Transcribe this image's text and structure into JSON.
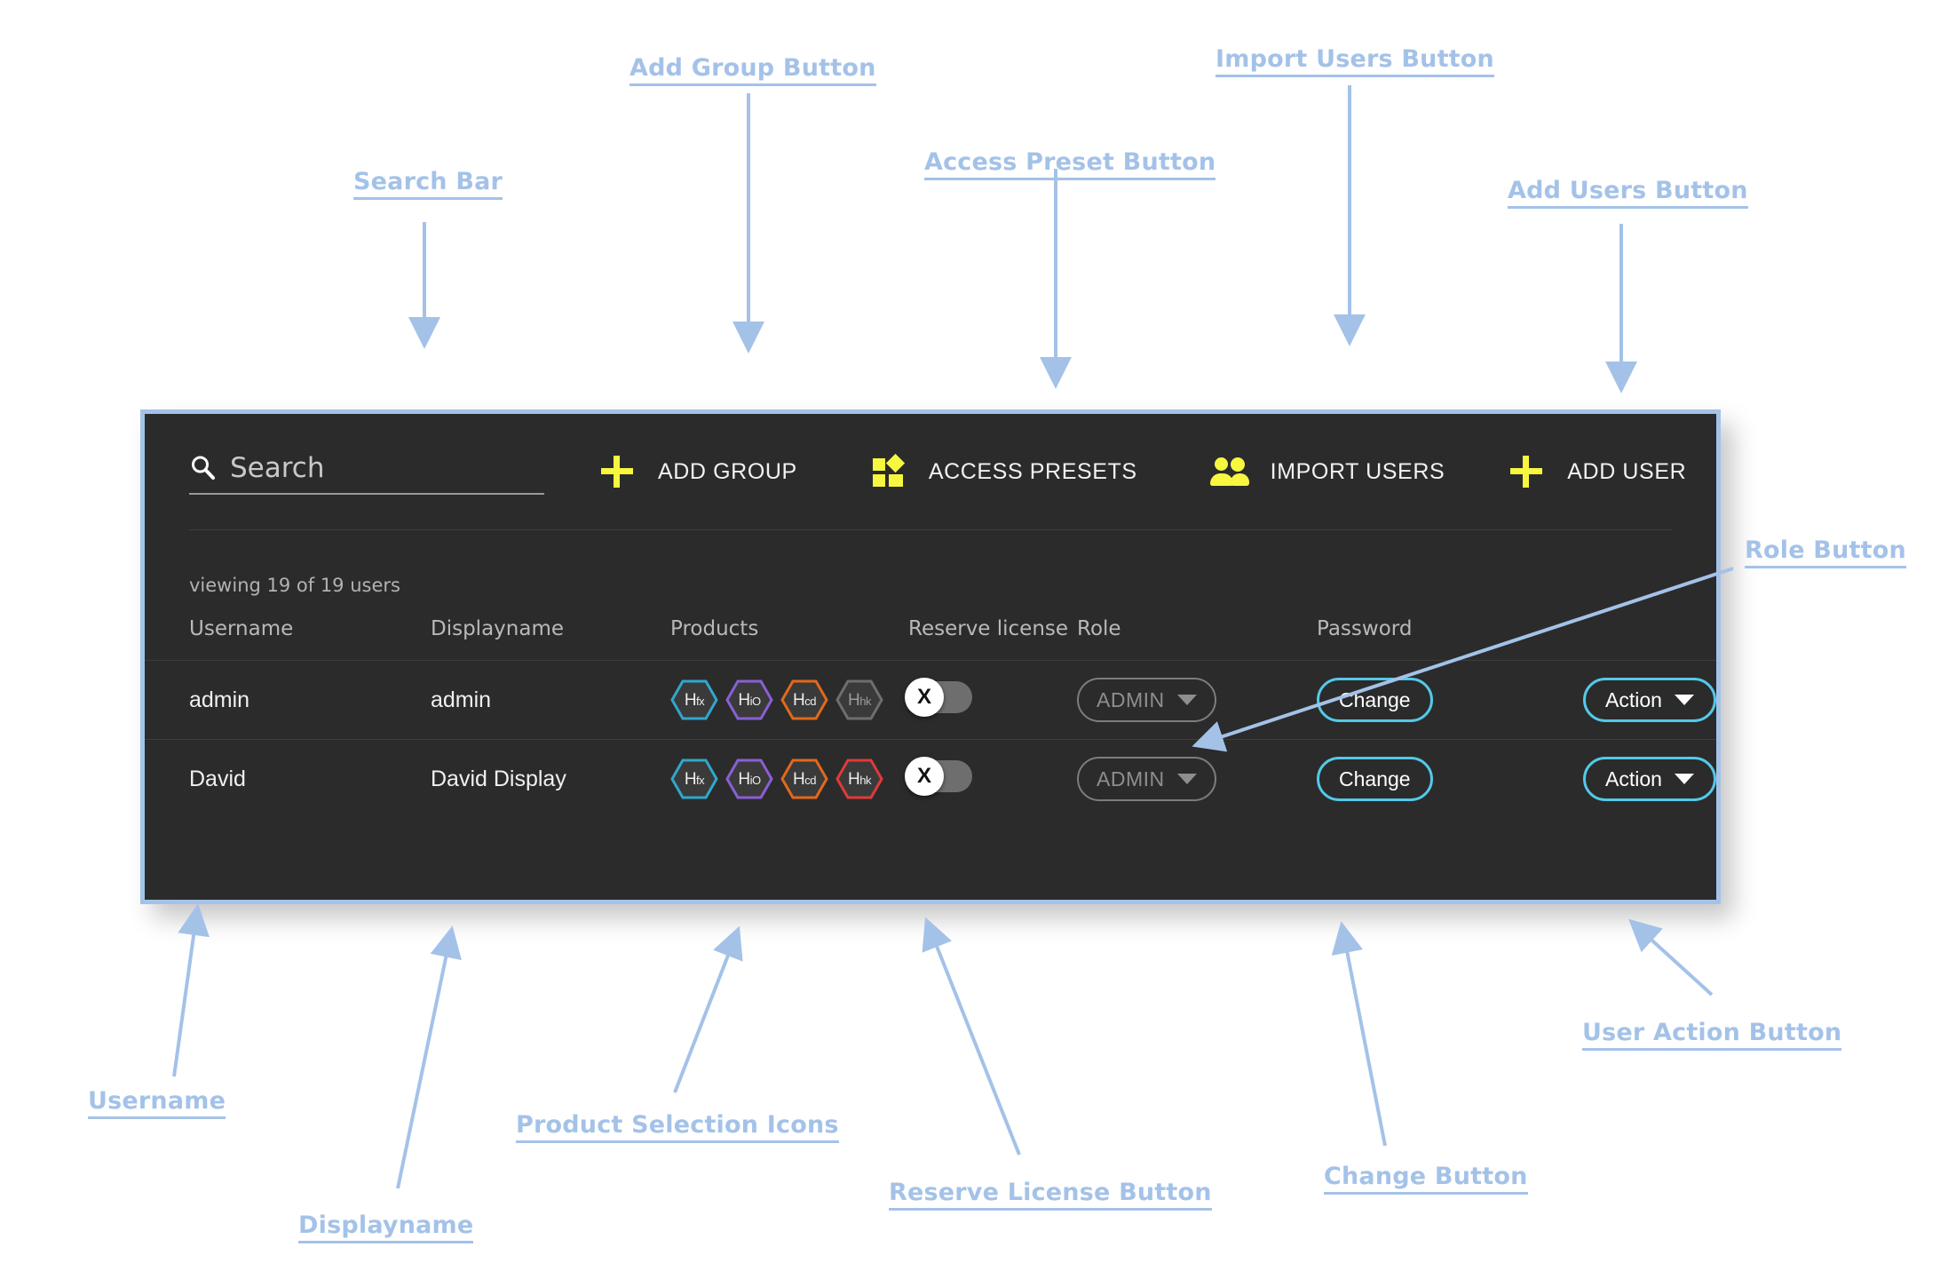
{
  "panel": {
    "border_color": "#a4c2e8",
    "background": "#2b2b2b",
    "accent_yellow": "#f7f740",
    "accent_cyan": "#53c9e8"
  },
  "search": {
    "icon": "search-icon",
    "placeholder": "Search",
    "value": ""
  },
  "toolbar": {
    "add_group_label": "ADD GROUP",
    "access_presets_label": "ACCESS PRESETS",
    "import_users_label": "IMPORT USERS",
    "add_user_label": "ADD USER"
  },
  "status": {
    "viewing": "viewing 19 of 19 users"
  },
  "table": {
    "headers": {
      "username": "Username",
      "displayname": "Displayname",
      "products": "Products",
      "reserve_license": "Reserve license",
      "role": "Role",
      "password": "Password",
      "action": ""
    },
    "rows": [
      {
        "username": "admin",
        "displayname": "admin",
        "products": [
          {
            "label": "H",
            "sub": "fx",
            "color": "#2fa8cc",
            "text_color": "#ededed"
          },
          {
            "label": "H",
            "sub": "iO",
            "color": "#8a5fd6",
            "text_color": "#ededed"
          },
          {
            "label": "H",
            "sub": "cd",
            "color": "#e2691a",
            "text_color": "#ededed"
          },
          {
            "label": "H",
            "sub": "hk",
            "color": "#6e6e6e",
            "text_color": "#9b9b9b"
          }
        ],
        "reserve_license": {
          "state": "off",
          "knob_glyph": "X"
        },
        "role": "ADMIN",
        "password_button": "Change",
        "action_button": "Action"
      },
      {
        "username": "David",
        "displayname": "David Display",
        "products": [
          {
            "label": "H",
            "sub": "fx",
            "color": "#2fa8cc",
            "text_color": "#ededed"
          },
          {
            "label": "H",
            "sub": "iO",
            "color": "#8a5fd6",
            "text_color": "#ededed"
          },
          {
            "label": "H",
            "sub": "cd",
            "color": "#e2691a",
            "text_color": "#ededed"
          },
          {
            "label": "H",
            "sub": "hk",
            "color": "#e03a3a",
            "text_color": "#ededed"
          }
        ],
        "reserve_license": {
          "state": "off",
          "knob_glyph": "X"
        },
        "role": "ADMIN",
        "password_button": "Change",
        "action_button": "Action"
      }
    ]
  },
  "annotations": {
    "color": "#a4c2e8",
    "items": [
      {
        "id": "search-bar",
        "label": "Search Bar"
      },
      {
        "id": "add-group-button",
        "label": "Add Group Button"
      },
      {
        "id": "access-preset-button",
        "label": "Access Preset Button"
      },
      {
        "id": "import-users-button",
        "label": "Import Users Button"
      },
      {
        "id": "add-users-button",
        "label": "Add Users Button"
      },
      {
        "id": "role-button",
        "label": "Role Button"
      },
      {
        "id": "user-action-button",
        "label": "User Action Button"
      },
      {
        "id": "change-button",
        "label": "Change Button"
      },
      {
        "id": "reserve-license-button",
        "label": "Reserve License Button"
      },
      {
        "id": "product-selection-icons",
        "label": "Product Selection Icons"
      },
      {
        "id": "displayname",
        "label": "Displayname"
      },
      {
        "id": "username",
        "label": "Username"
      }
    ]
  }
}
